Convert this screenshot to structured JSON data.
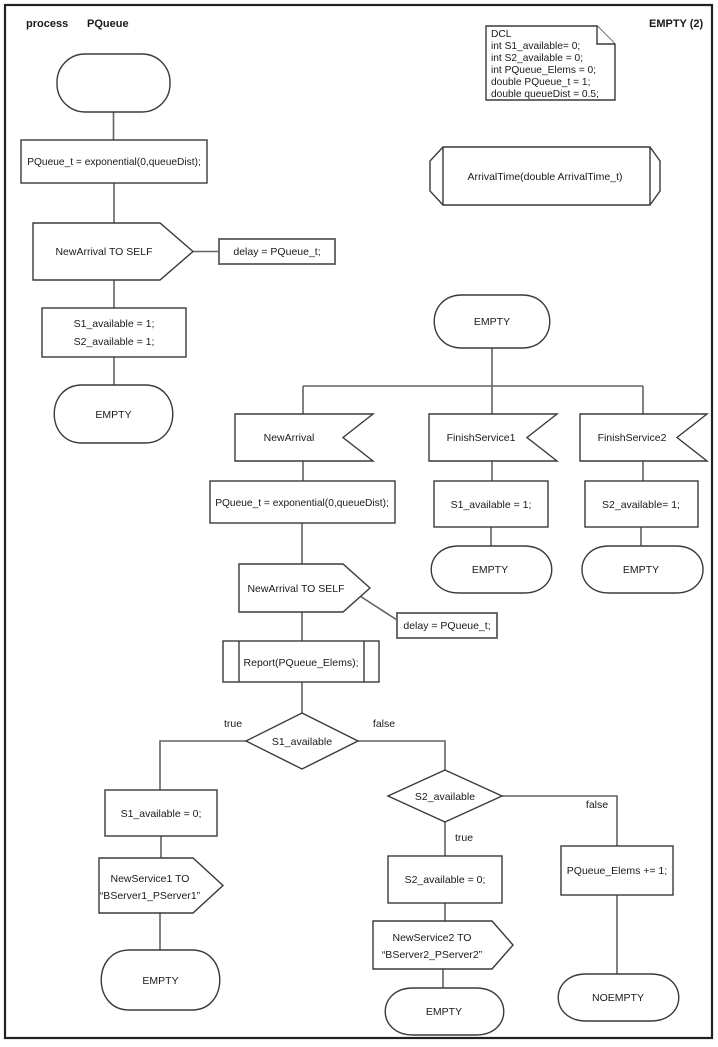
{
  "colors": {
    "background": "#ffffff",
    "shape_outline": "#3a3a3a",
    "connector": "#636363",
    "text": "#1a1a1a"
  },
  "header": {
    "process_keyword": "process",
    "process_name": "PQueue",
    "page_title": "EMPTY (2)"
  },
  "dcl_note": {
    "lines": [
      "DCL",
      "int S1_available= 0;",
      "int S2_available = 0;",
      "int PQueue_Elems = 0;",
      "double PQueue_t = 1;",
      "double queueDist = 0.5;"
    ]
  },
  "procedure_decl": {
    "label": "ArrivalTime(double ArrivalTime_t)"
  },
  "init_flow": {
    "task_set_delay": "PQueue_t = exponential(0,queueDist);",
    "output_newarrival": "NewArrival TO SELF",
    "comment_delay": "delay = PQueue_t;",
    "task_set_available_line1": "S1_available = 1;",
    "task_set_available_line2": "S2_available = 1;",
    "next_state": "EMPTY"
  },
  "wait_state": {
    "label": "EMPTY"
  },
  "newarrival_branch": {
    "input": "NewArrival",
    "task_set_delay": "PQueue_t = exponential(0,queueDist);",
    "output_newarrival": "NewArrival TO SELF",
    "comment_delay": "delay = PQueue_t;",
    "procedure_call": "Report(PQueue_Elems);",
    "decision_s1": "S1_available",
    "s1_true_label": "true",
    "s1_false_label": "false",
    "s1_true": {
      "task": "S1_available = 0;",
      "output_line1": "NewService1 TO",
      "output_line2": "“BServer1_PServer1”",
      "next_state": "EMPTY"
    },
    "decision_s2": "S2_available",
    "s2_true_label": "true",
    "s2_false_label": "false",
    "s2_true": {
      "task": "S2_available = 0;",
      "output_line1": "NewService2 TO",
      "output_line2": "“BServer2_PServer2”",
      "next_state": "EMPTY"
    },
    "s2_false": {
      "task": "PQueue_Elems += 1;",
      "next_state": "NOEMPTY"
    }
  },
  "finishservice1_branch": {
    "input": "FinishService1",
    "task": "S1_available = 1;",
    "next_state": "EMPTY"
  },
  "finishservice2_branch": {
    "input": "FinishService2",
    "task": "S2_available= 1;",
    "next_state": "EMPTY"
  }
}
